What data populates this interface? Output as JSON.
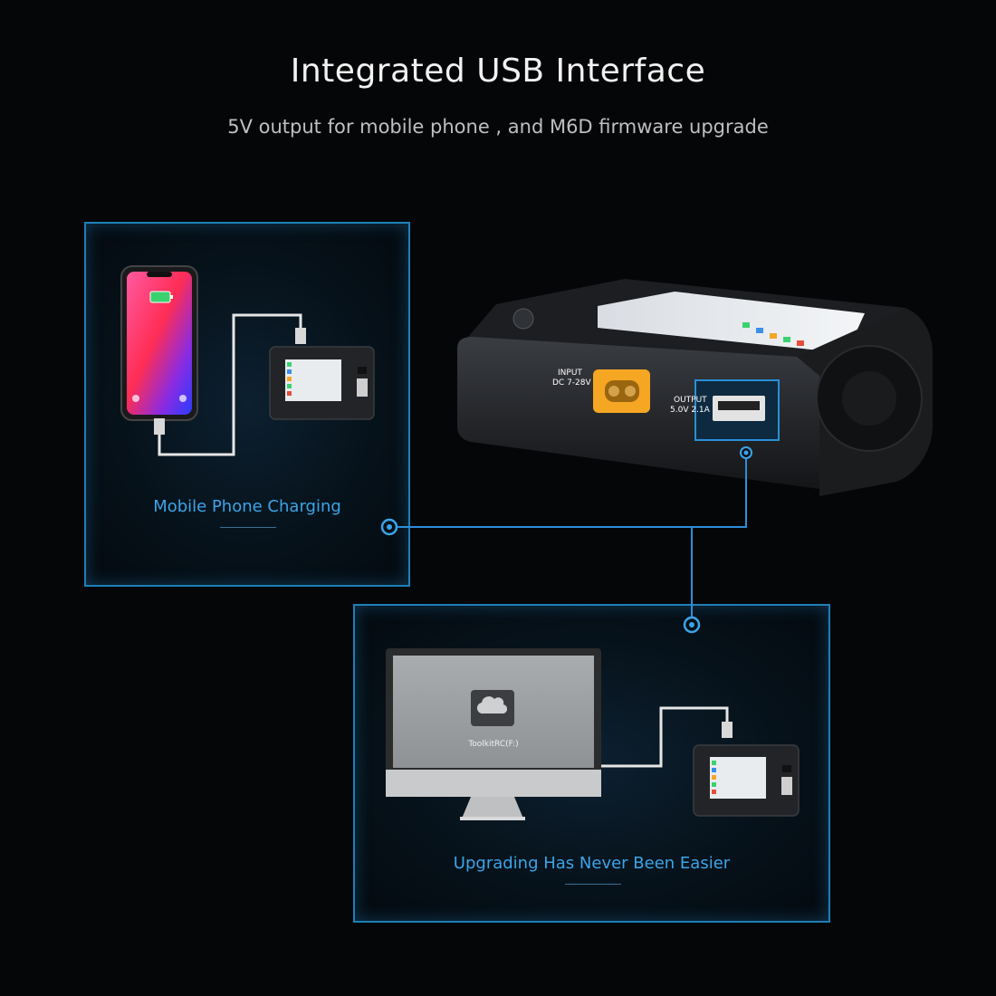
{
  "header": {
    "title": "Integrated USB Interface",
    "subtitle": "5V output for mobile phone , and M6D firmware upgrade"
  },
  "panels": {
    "phone_charging": {
      "caption": "Mobile Phone Charging"
    },
    "upgrade": {
      "caption": "Upgrading Has Never Been Easier",
      "drive_label": "ToolkitRC(F:)"
    }
  },
  "charger": {
    "input_label": "INPUT",
    "input_spec": "DC 7-28V",
    "output_label": "OUTPUT",
    "output_spec": "5.0V 2.1A"
  },
  "colors": {
    "accent": "#3ca4e8",
    "panel_border": "#1d7fb8",
    "xt60_connector": "#f5a623",
    "background": "#050608"
  }
}
